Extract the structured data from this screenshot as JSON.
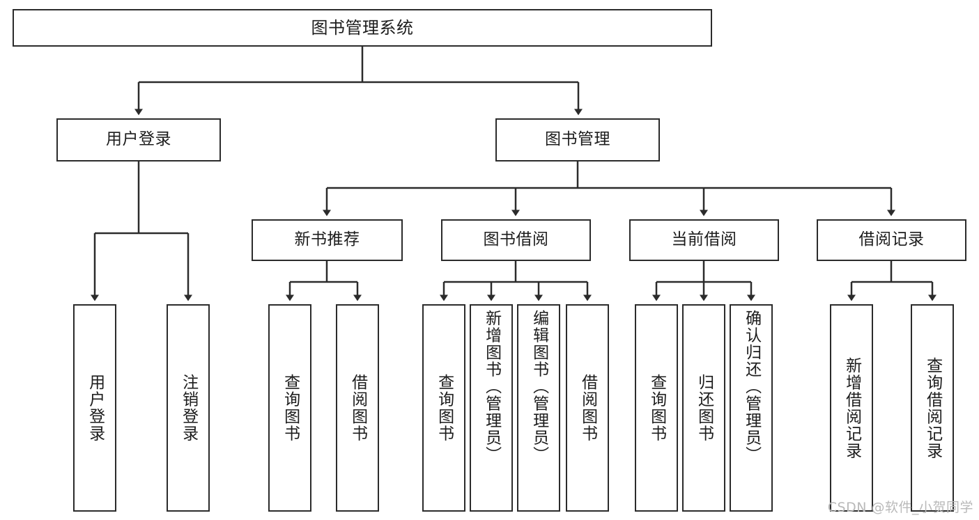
{
  "diagram": {
    "title": "图书管理系统",
    "type": "tree-hierarchy-chart",
    "root": {
      "label": "图书管理系统"
    },
    "level2": [
      {
        "label": "用户登录"
      },
      {
        "label": "图书管理"
      }
    ],
    "level3": [
      {
        "label": "新书推荐"
      },
      {
        "label": "图书借阅"
      },
      {
        "label": "当前借阅"
      },
      {
        "label": "借阅记录"
      }
    ],
    "leaves": {
      "user_login": [
        {
          "label": "用户登录"
        },
        {
          "label": "注销登录"
        }
      ],
      "new_book_recommend": [
        {
          "label": "查询图书"
        },
        {
          "label": "借阅图书"
        }
      ],
      "book_borrow": [
        {
          "label": "查询图书"
        },
        {
          "label": "新增图书（管理员）"
        },
        {
          "label": "编辑图书（管理员）"
        },
        {
          "label": "借阅图书"
        }
      ],
      "current_borrow": [
        {
          "label": "查询图书"
        },
        {
          "label": "归还图书"
        },
        {
          "label": "确认归还（管理员）"
        }
      ],
      "borrow_record": [
        {
          "label": "新增借阅记录"
        },
        {
          "label": "查询借阅记录"
        }
      ]
    }
  },
  "watermark": {
    "text": "CSDN @软件_小贺同学"
  },
  "colors": {
    "stroke": "#2b2b2b",
    "fill": "#ffffff",
    "text": "#1c1c1c",
    "watermark": "#b9b9b9"
  }
}
